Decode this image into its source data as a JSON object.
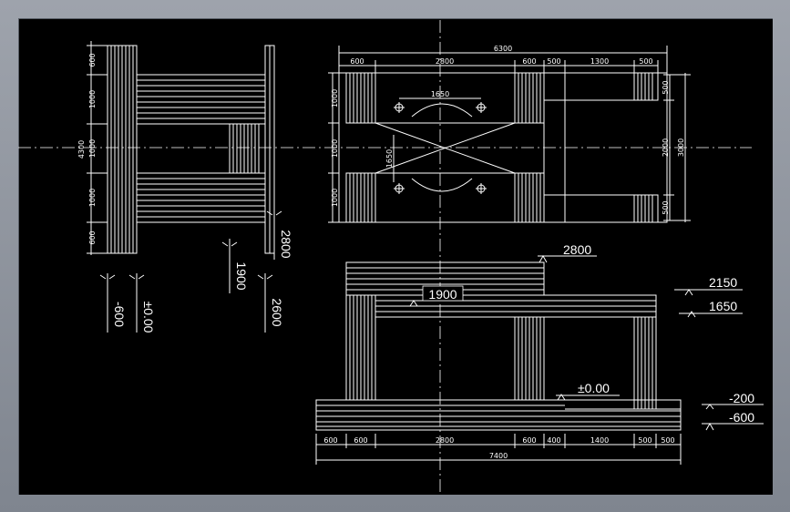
{
  "colors": {
    "line": "#ffffff",
    "background": "#000000",
    "frame": "#8a8f99"
  },
  "top_view": {
    "overall_width": "6300",
    "top_dims": [
      "600",
      "2800",
      "600",
      "500",
      "1300",
      "500"
    ],
    "left_dims": [
      "1000",
      "1000",
      "1000"
    ],
    "right_inner_dims": [
      "500",
      "2000",
      "500"
    ],
    "right_outer_dim": "3000",
    "bolt_spacing": "1650",
    "bolt_spacing_vertical": "1650"
  },
  "side_view": {
    "left_dims": [
      "600",
      "1000",
      "1000",
      "1000",
      "600"
    ],
    "overall_height": "4300",
    "levels": [
      "-600",
      "±0.00",
      "1900",
      "2600",
      "2800"
    ]
  },
  "front_view": {
    "levels": [
      "2800",
      "2150",
      "1650",
      "1900",
      "±0.00",
      "-200",
      "-600"
    ],
    "bottom_dims": [
      "600",
      "600",
      "2800",
      "600",
      "400",
      "1400",
      "500",
      "500"
    ],
    "overall_width": "7400"
  }
}
